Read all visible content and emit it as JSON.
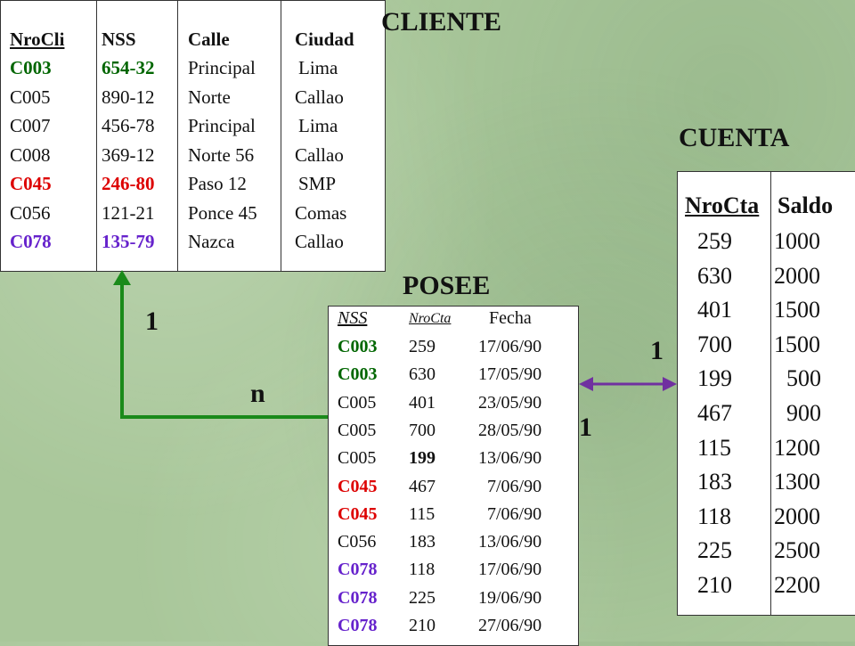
{
  "colors": {
    "background": "#a9c79a",
    "green": "#006600",
    "red": "#dd0000",
    "purple": "#6622cc",
    "black": "#111111",
    "arrow_green": "#1a8a1a",
    "arrow_purple": "#7030a0"
  },
  "cliente": {
    "title": "CLIENTE",
    "headers": [
      "NroCli",
      "NSS",
      "Calle",
      "Ciudad"
    ],
    "rows": [
      {
        "cells": [
          "C003",
          "654-32",
          "Principal",
          "Lima"
        ],
        "color": "green",
        "bold": [
          true,
          true,
          false,
          false
        ]
      },
      {
        "cells": [
          "C005",
          "890-12",
          "Norte",
          "Callao"
        ],
        "color": "black",
        "bold": [
          false,
          false,
          false,
          false
        ]
      },
      {
        "cells": [
          "C007",
          "456-78",
          "Principal",
          "Lima"
        ],
        "color": "black",
        "bold": [
          false,
          false,
          false,
          false
        ]
      },
      {
        "cells": [
          "C008",
          "369-12",
          "Norte 56",
          "Callao"
        ],
        "color": "black",
        "bold": [
          false,
          false,
          false,
          false
        ]
      },
      {
        "cells": [
          "C045",
          "246-80",
          "Paso  12",
          "SMP"
        ],
        "color": "red",
        "bold": [
          true,
          true,
          false,
          false
        ]
      },
      {
        "cells": [
          "C056",
          "121-21",
          "Ponce 45",
          "Comas"
        ],
        "color": "black",
        "bold": [
          false,
          false,
          false,
          false
        ]
      },
      {
        "cells": [
          "C078",
          "135-79",
          "Nazca",
          "Callao"
        ],
        "color": "purple",
        "bold": [
          true,
          true,
          false,
          false
        ]
      }
    ]
  },
  "posee": {
    "title": "POSEE",
    "headers": [
      "NSS",
      "NroCta",
      "Fecha"
    ],
    "rows": [
      {
        "cells": [
          "C003",
          "259",
          "17/06/90"
        ],
        "color": "green",
        "bold_second": false
      },
      {
        "cells": [
          "C003",
          "630",
          "17/05/90"
        ],
        "color": "green",
        "bold_second": false
      },
      {
        "cells": [
          "C005",
          "401",
          "23/05/90"
        ],
        "color": "black",
        "bold_second": false
      },
      {
        "cells": [
          "C005",
          "700",
          "28/05/90"
        ],
        "color": "black",
        "bold_second": false
      },
      {
        "cells": [
          "C005",
          "199",
          "13/06/90"
        ],
        "color": "black",
        "bold_second": true
      },
      {
        "cells": [
          "C045",
          "467",
          "7/06/90"
        ],
        "color": "red",
        "bold_second": false
      },
      {
        "cells": [
          "C045",
          "115",
          "7/06/90"
        ],
        "color": "red",
        "bold_second": false
      },
      {
        "cells": [
          "C056",
          "183",
          "13/06/90"
        ],
        "color": "black",
        "bold_second": false
      },
      {
        "cells": [
          "C078",
          "118",
          "17/06/90"
        ],
        "color": "purple",
        "bold_second": false
      },
      {
        "cells": [
          "C078",
          "225",
          "19/06/90"
        ],
        "color": "purple",
        "bold_second": false
      },
      {
        "cells": [
          "C078",
          "210",
          "27/06/90"
        ],
        "color": "purple",
        "bold_second": false
      }
    ]
  },
  "cuenta": {
    "title": "CUENTA",
    "headers": [
      "NroCta",
      "Saldo"
    ],
    "rows": [
      [
        "259",
        "1000"
      ],
      [
        "630",
        "2000"
      ],
      [
        "401",
        "1500"
      ],
      [
        "700",
        "1500"
      ],
      [
        "199",
        "500"
      ],
      [
        "467",
        "900"
      ],
      [
        "115",
        "1200"
      ],
      [
        "183",
        "1300"
      ],
      [
        "118",
        "2000"
      ],
      [
        "225",
        "2500"
      ],
      [
        "210",
        "2200"
      ]
    ]
  },
  "labels": {
    "cliente_side": "1",
    "posee_side_left": "n",
    "posee_side_right": "1",
    "cuenta_side": "1"
  },
  "icons": {
    "cliente_link": "green-elbow-arrow-icon",
    "cuenta_link": "purple-double-arrow-icon"
  }
}
